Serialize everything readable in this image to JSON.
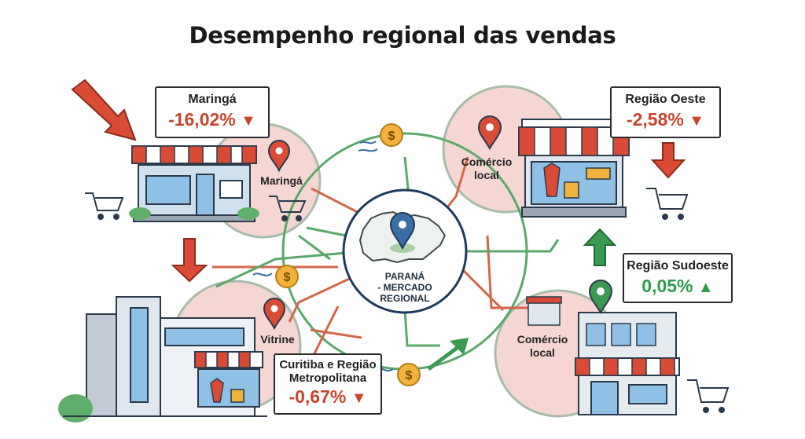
{
  "title": "Desempenho regional das vendas",
  "center": {
    "line1": "PARANÁ",
    "line2": "- MERCADO",
    "line3": "REGIONAL"
  },
  "nodes": {
    "maringa": "Maringá",
    "vitrine": "Vitrine",
    "comercio_local_top": {
      "line1": "Comércio",
      "line2": "local"
    },
    "comercio_local_bottom": {
      "line1": "Comércio",
      "line2": "local"
    }
  },
  "callouts": {
    "maringa": {
      "name": "Maringá",
      "value": "-16,02%",
      "trend": "down",
      "color": "#c9452f"
    },
    "regiao_oeste": {
      "name": "Região Oeste",
      "value": "-2,58%",
      "trend": "down",
      "color": "#c9452f"
    },
    "regiao_sudoeste": {
      "name": "Região Sudoeste",
      "value": "0,05%",
      "trend": "up",
      "color": "#2f9a4b"
    },
    "curitiba": {
      "name_line1": "Curitiba e Região",
      "name_line2": "Metropolitana",
      "value": "-0,67%",
      "trend": "down",
      "color": "#c9452f"
    }
  },
  "icons": {
    "arrow_down": "▼",
    "arrow_up": "▲",
    "coin": "$"
  },
  "colors": {
    "negative": "#c9452f",
    "positive": "#2f9a4b",
    "link_red": "#d4664a",
    "link_green": "#5aa86a",
    "bubble": "#f6d6d2"
  }
}
